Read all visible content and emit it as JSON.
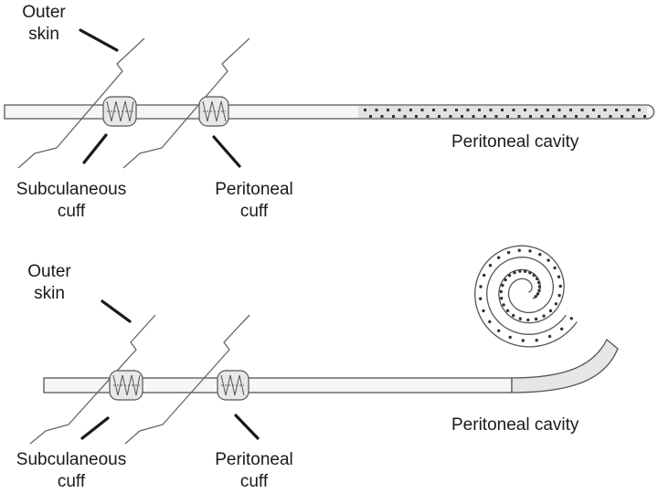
{
  "top_panel": {
    "outer_skin": {
      "line1": "Outer",
      "line2": "skin"
    },
    "subcutaneous_cuff": {
      "line1": "Subculaneous",
      "line2": "cuff"
    },
    "peritoneal_cuff": {
      "line1": "Peritoneal",
      "line2": "cuff"
    },
    "cavity": "Peritoneal cavity",
    "catheter_style": "straight"
  },
  "bottom_panel": {
    "outer_skin": {
      "line1": "Outer",
      "line2": "skin"
    },
    "subcutaneous_cuff": {
      "line1": "Subculaneous",
      "line2": "cuff"
    },
    "peritoneal_cuff": {
      "line1": "Peritoneal",
      "line2": "cuff"
    },
    "cavity": "Peritoneal cavity",
    "catheter_style": "coiled"
  },
  "colors": {
    "line": "#555555",
    "leader": "#1a1a1a",
    "tube_fill": "#f6f6f6",
    "hole": "#333333"
  }
}
